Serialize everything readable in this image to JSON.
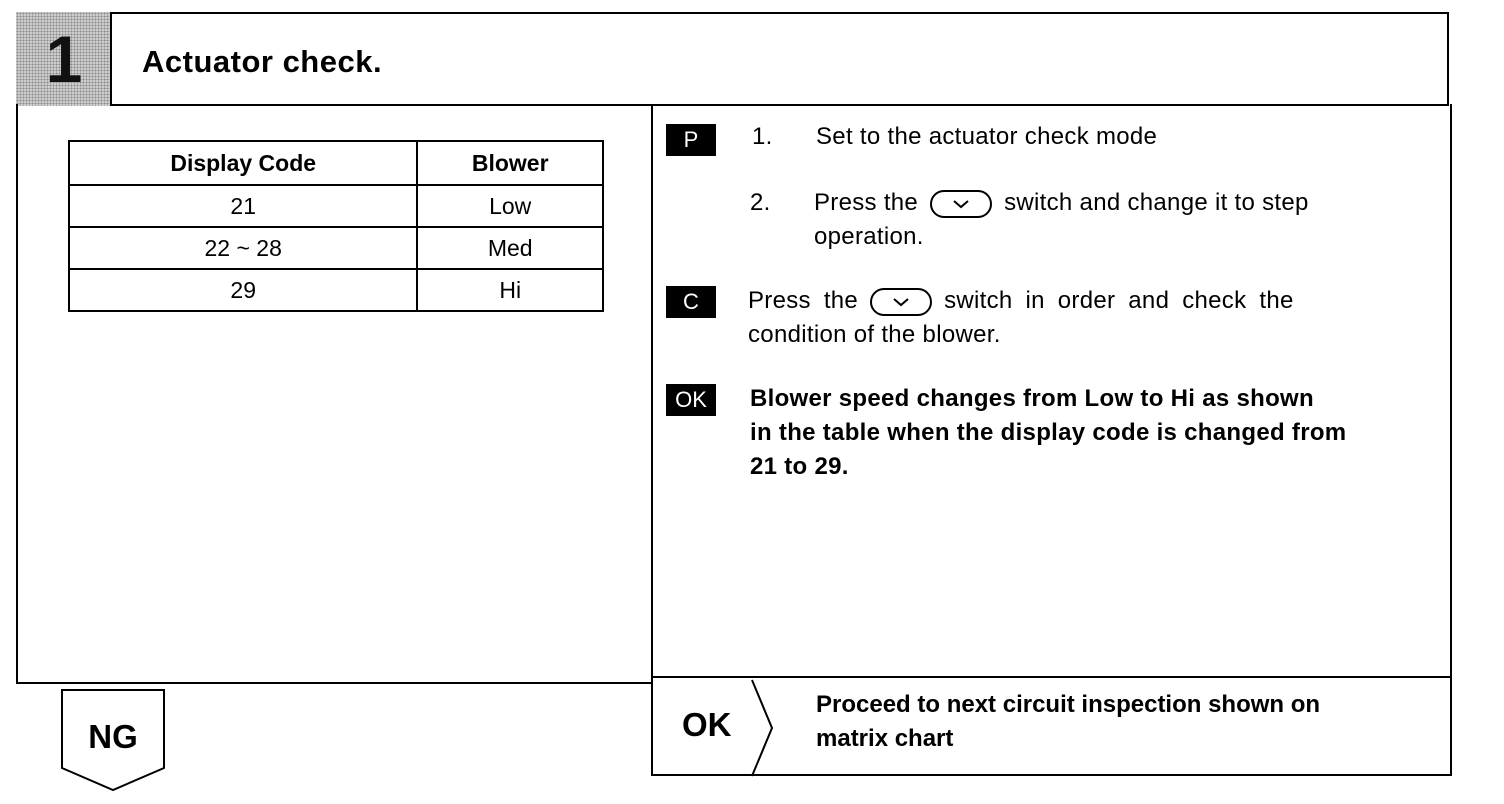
{
  "header": {
    "step_number": "1",
    "title": "Actuator check."
  },
  "table": {
    "headers": [
      "Display Code",
      "Blower"
    ],
    "rows": [
      [
        "21",
        "Low"
      ],
      [
        "22 ~ 28",
        "Med"
      ],
      [
        "29",
        "Hi"
      ]
    ]
  },
  "procedure": {
    "p_tag": "P",
    "step1_num": "1.",
    "step1_text": "Set to the actuator check mode",
    "step2_num": "2.",
    "step2_before": "Press the",
    "step2_after": "switch and change it to step",
    "step2_line2": "operation.",
    "c_tag": "C",
    "check_before": "Press the",
    "check_after": "switch in order and check the",
    "check_line2": "condition of the blower.",
    "ok_tag": "OK",
    "ok_line1": "Blower speed changes from Low to Hi as shown",
    "ok_line2": "in the table when the display code is changed from",
    "ok_line3": "21 to 29."
  },
  "switch_icon": "down-chevron-switch-icon",
  "result_ok": {
    "label": "OK",
    "line1": "Proceed to next circuit inspection shown on",
    "line2": "matrix chart"
  },
  "result_ng": {
    "label": "NG"
  }
}
